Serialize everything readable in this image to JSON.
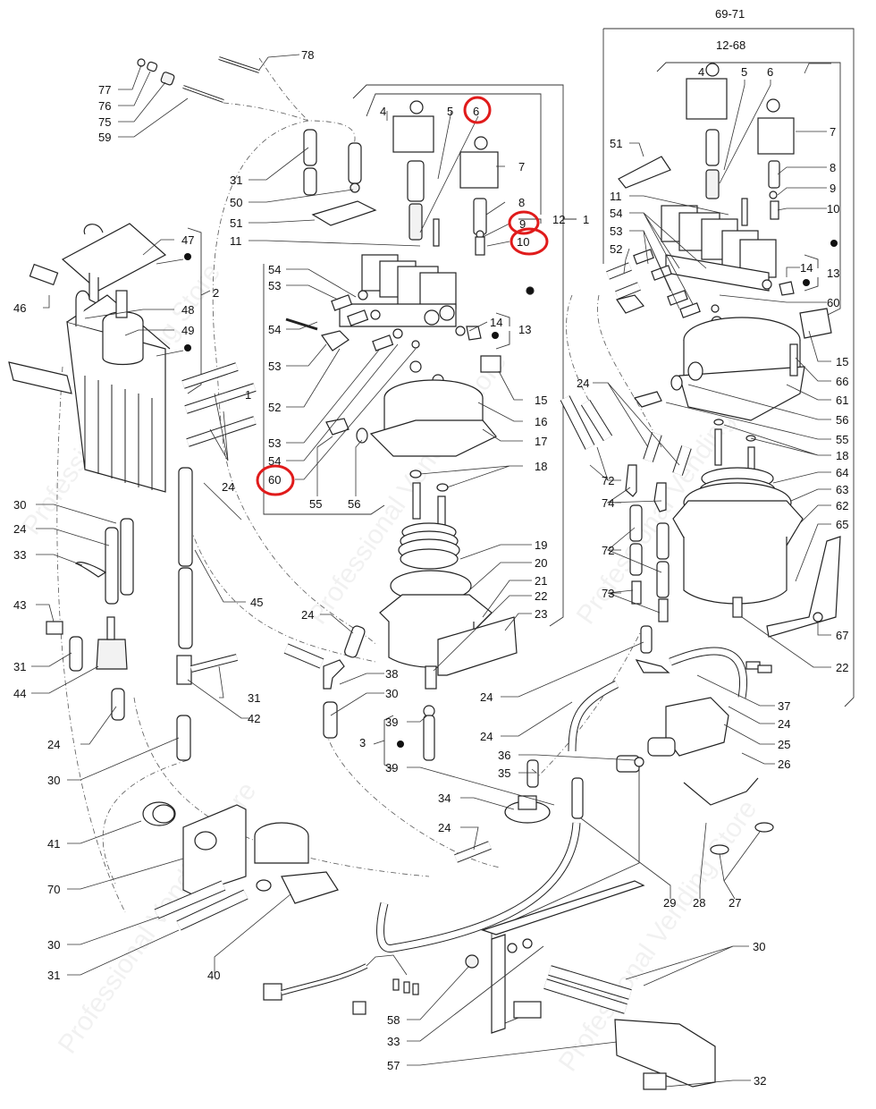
{
  "diagram": {
    "title": "Exploded parts diagram - water circuit / boiler assembly",
    "watermark": "Professional Vending Store",
    "highlight_color": "#e01b1b",
    "highlighted_parts": [
      "6",
      "9",
      "10",
      "60"
    ],
    "group_labels": {
      "g69_71": "69-71",
      "g12_68": "12-68",
      "g12": "12",
      "g13": "13",
      "g13r": "13",
      "g1": "1",
      "g1r": "1",
      "g1b": "1",
      "g2": "2",
      "g3": "3"
    },
    "labels": [
      {
        "id": "l78",
        "text": "78"
      },
      {
        "id": "l77",
        "text": "77"
      },
      {
        "id": "l76",
        "text": "76"
      },
      {
        "id": "l75",
        "text": "75"
      },
      {
        "id": "l59",
        "text": "59"
      },
      {
        "id": "l31a",
        "text": "31"
      },
      {
        "id": "l50",
        "text": "50"
      },
      {
        "id": "l51",
        "text": "51"
      },
      {
        "id": "l11",
        "text": "11"
      },
      {
        "id": "l47",
        "text": "47"
      },
      {
        "id": "l46",
        "text": "46"
      },
      {
        "id": "l48",
        "text": "48"
      },
      {
        "id": "l49",
        "text": "49"
      },
      {
        "id": "l4",
        "text": "4"
      },
      {
        "id": "l5",
        "text": "5"
      },
      {
        "id": "l6",
        "text": "6"
      },
      {
        "id": "l7",
        "text": "7"
      },
      {
        "id": "l8",
        "text": "8"
      },
      {
        "id": "l9",
        "text": "9"
      },
      {
        "id": "l10",
        "text": "10"
      },
      {
        "id": "l54a",
        "text": "54"
      },
      {
        "id": "l53a",
        "text": "53"
      },
      {
        "id": "l54b",
        "text": "54"
      },
      {
        "id": "l53b",
        "text": "53"
      },
      {
        "id": "l52",
        "text": "52"
      },
      {
        "id": "l53c",
        "text": "53"
      },
      {
        "id": "l54c",
        "text": "54"
      },
      {
        "id": "l60",
        "text": "60"
      },
      {
        "id": "l55",
        "text": "55"
      },
      {
        "id": "l56",
        "text": "56"
      },
      {
        "id": "l14",
        "text": "14"
      },
      {
        "id": "l15",
        "text": "15"
      },
      {
        "id": "l16",
        "text": "16"
      },
      {
        "id": "l17",
        "text": "17"
      },
      {
        "id": "l18",
        "text": "18"
      },
      {
        "id": "l24a",
        "text": "24"
      },
      {
        "id": "l19",
        "text": "19"
      },
      {
        "id": "l20",
        "text": "20"
      },
      {
        "id": "l21",
        "text": "21"
      },
      {
        "id": "l22",
        "text": "22"
      },
      {
        "id": "l23",
        "text": "23"
      },
      {
        "id": "r4",
        "text": "4"
      },
      {
        "id": "r5",
        "text": "5"
      },
      {
        "id": "r6",
        "text": "6"
      },
      {
        "id": "r7",
        "text": "7"
      },
      {
        "id": "r8",
        "text": "8"
      },
      {
        "id": "r9",
        "text": "9"
      },
      {
        "id": "r10",
        "text": "10"
      },
      {
        "id": "r51",
        "text": "51"
      },
      {
        "id": "r11",
        "text": "11"
      },
      {
        "id": "r54",
        "text": "54"
      },
      {
        "id": "r53",
        "text": "53"
      },
      {
        "id": "r52",
        "text": "52"
      },
      {
        "id": "r14",
        "text": "14"
      },
      {
        "id": "r60",
        "text": "60"
      },
      {
        "id": "r15",
        "text": "15"
      },
      {
        "id": "r66",
        "text": "66"
      },
      {
        "id": "r61",
        "text": "61"
      },
      {
        "id": "r56",
        "text": "56"
      },
      {
        "id": "r55",
        "text": "55"
      },
      {
        "id": "r18",
        "text": "18"
      },
      {
        "id": "r64",
        "text": "64"
      },
      {
        "id": "r63",
        "text": "63"
      },
      {
        "id": "r62",
        "text": "62"
      },
      {
        "id": "r65",
        "text": "65"
      },
      {
        "id": "r67",
        "text": "67"
      },
      {
        "id": "r22",
        "text": "22"
      },
      {
        "id": "r24",
        "text": "24"
      },
      {
        "id": "r72a",
        "text": "72"
      },
      {
        "id": "r74",
        "text": "74"
      },
      {
        "id": "r72b",
        "text": "72"
      },
      {
        "id": "r73",
        "text": "73"
      },
      {
        "id": "l30a",
        "text": "30"
      },
      {
        "id": "l24b",
        "text": "24"
      },
      {
        "id": "l33a",
        "text": "33"
      },
      {
        "id": "l43",
        "text": "43"
      },
      {
        "id": "l31b",
        "text": "31"
      },
      {
        "id": "l44",
        "text": "44"
      },
      {
        "id": "l24c",
        "text": "24"
      },
      {
        "id": "l30b",
        "text": "30"
      },
      {
        "id": "l45",
        "text": "45"
      },
      {
        "id": "l24d",
        "text": "24"
      },
      {
        "id": "l31c",
        "text": "31"
      },
      {
        "id": "l42",
        "text": "42"
      },
      {
        "id": "l38",
        "text": "38"
      },
      {
        "id": "l30c",
        "text": "30"
      },
      {
        "id": "l39a",
        "text": "39"
      },
      {
        "id": "l39b",
        "text": "39"
      },
      {
        "id": "l24e",
        "text": "24"
      },
      {
        "id": "l37",
        "text": "37"
      },
      {
        "id": "l24f",
        "text": "24"
      },
      {
        "id": "l24g",
        "text": "24"
      },
      {
        "id": "l25",
        "text": "25"
      },
      {
        "id": "l36",
        "text": "36"
      },
      {
        "id": "l26",
        "text": "26"
      },
      {
        "id": "l35",
        "text": "35"
      },
      {
        "id": "l34",
        "text": "34"
      },
      {
        "id": "l24h",
        "text": "24"
      },
      {
        "id": "l29",
        "text": "29"
      },
      {
        "id": "l28",
        "text": "28"
      },
      {
        "id": "l27",
        "text": "27"
      },
      {
        "id": "l41",
        "text": "41"
      },
      {
        "id": "l70",
        "text": "70"
      },
      {
        "id": "l30d",
        "text": "30"
      },
      {
        "id": "l31d",
        "text": "31"
      },
      {
        "id": "l40",
        "text": "40"
      },
      {
        "id": "l30e",
        "text": "30"
      },
      {
        "id": "l58",
        "text": "58"
      },
      {
        "id": "l33b",
        "text": "33"
      },
      {
        "id": "l57",
        "text": "57"
      },
      {
        "id": "l32",
        "text": "32"
      }
    ]
  }
}
